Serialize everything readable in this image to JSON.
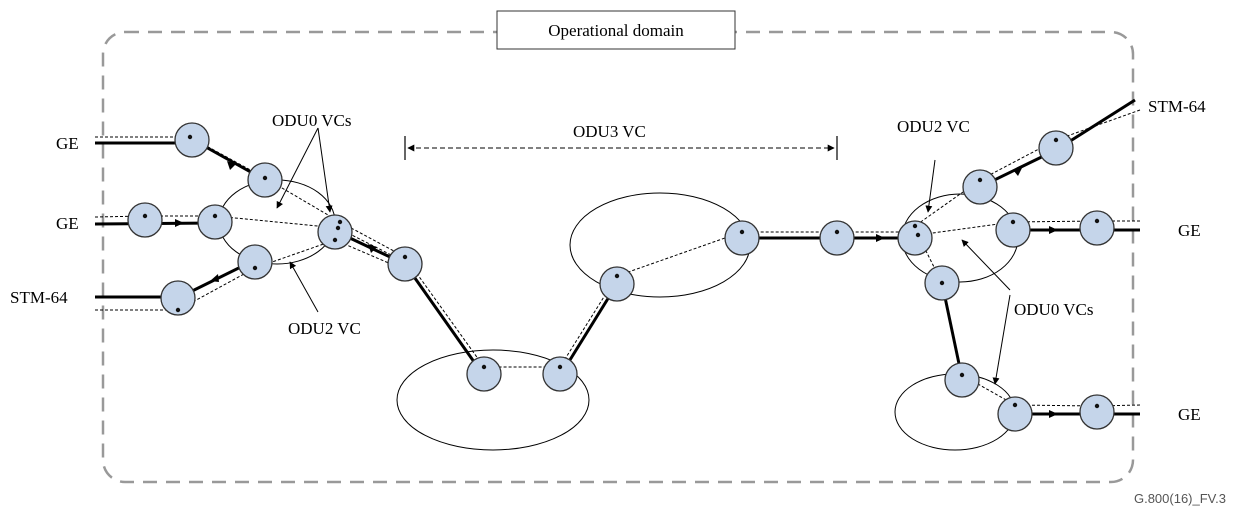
{
  "domain_title": "Operational domain",
  "labels": {
    "ge_left_top": "GE",
    "ge_left_mid": "GE",
    "stm_left": "STM-64",
    "odu0_left": "ODU0 VCs",
    "odu2_left": "ODU2 VC",
    "odu3": "ODU3 VC",
    "odu2_right": "ODU2 VC",
    "odu0_right": "ODU0 VCs",
    "stm_right": "STM-64",
    "ge_right_mid": "GE",
    "ge_right_bottom": "GE"
  },
  "figure_id": "G.800(16)_FV.3",
  "colors": {
    "node_fill": "#c5d5ea",
    "border": "#999999"
  }
}
